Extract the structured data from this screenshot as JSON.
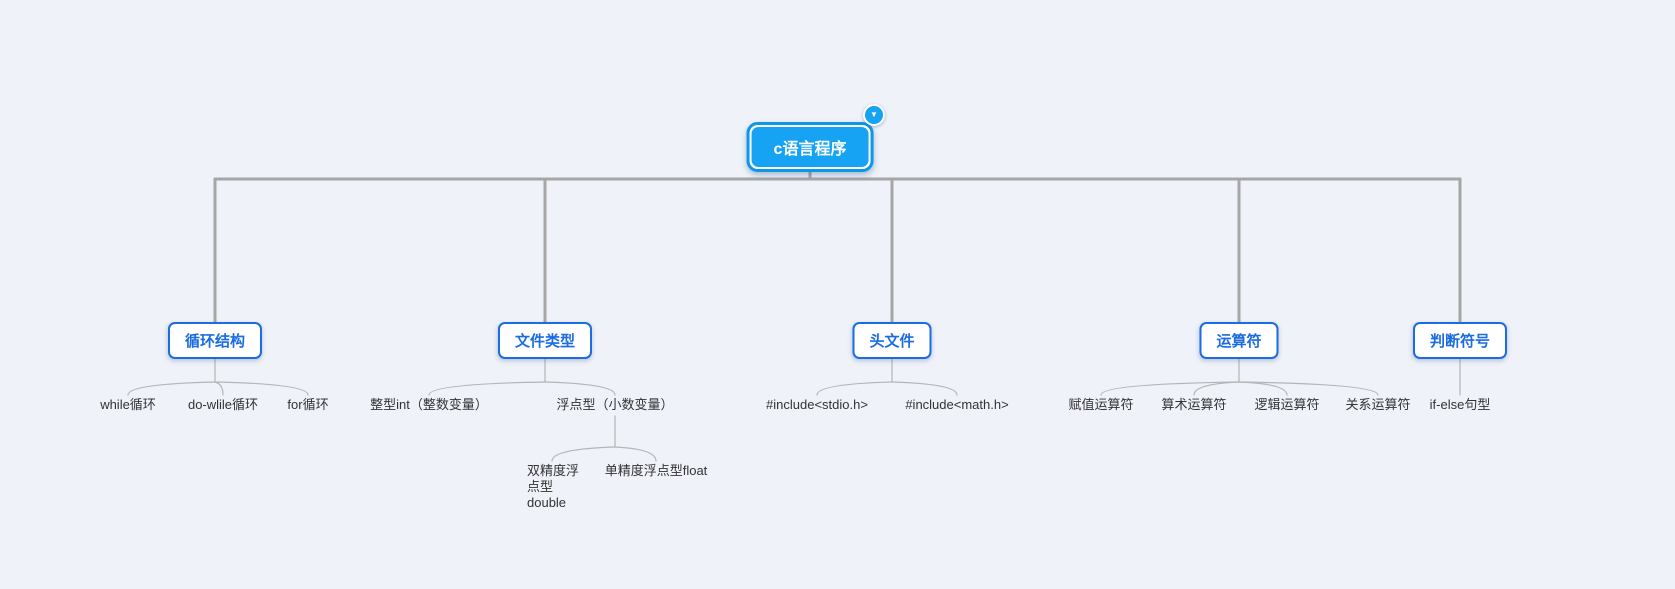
{
  "canvas": {
    "background": "#eff2f9"
  },
  "palette": {
    "root_fill": "#16a3f3",
    "root_ring": "#0d97e8",
    "node_border": "#1b6ce4",
    "node_text": "#1b6ce4",
    "leaf_text": "#333333",
    "trunk_line": "#a6a6a6",
    "branch_line": "#b5b5b5",
    "badge_fill": "#16a3f3"
  },
  "root": {
    "label": "c语言程序",
    "badge_icon": "collapse-arrow-down",
    "badge_glyph": "▼"
  },
  "branches": [
    {
      "label": "循环结构",
      "children": [
        {
          "label": "while循环"
        },
        {
          "label": "do-wlile循环"
        },
        {
          "label": "for循环"
        }
      ]
    },
    {
      "label": "文件类型",
      "children": [
        {
          "label": "整型int（整数变量）"
        },
        {
          "label": "浮点型（小数变量）",
          "children": [
            {
              "label": "双精度浮点型double"
            },
            {
              "label": "单精度浮点型float"
            }
          ]
        }
      ]
    },
    {
      "label": "头文件",
      "children": [
        {
          "label": "#include<stdio.h>"
        },
        {
          "label": "#include<math.h>"
        }
      ]
    },
    {
      "label": "运算符",
      "children": [
        {
          "label": "赋值运算符"
        },
        {
          "label": "算术运算符"
        },
        {
          "label": "逻辑运算符"
        },
        {
          "label": "关系运算符"
        }
      ]
    },
    {
      "label": "判断符号",
      "children": [
        {
          "label": "if-else句型"
        }
      ]
    }
  ]
}
